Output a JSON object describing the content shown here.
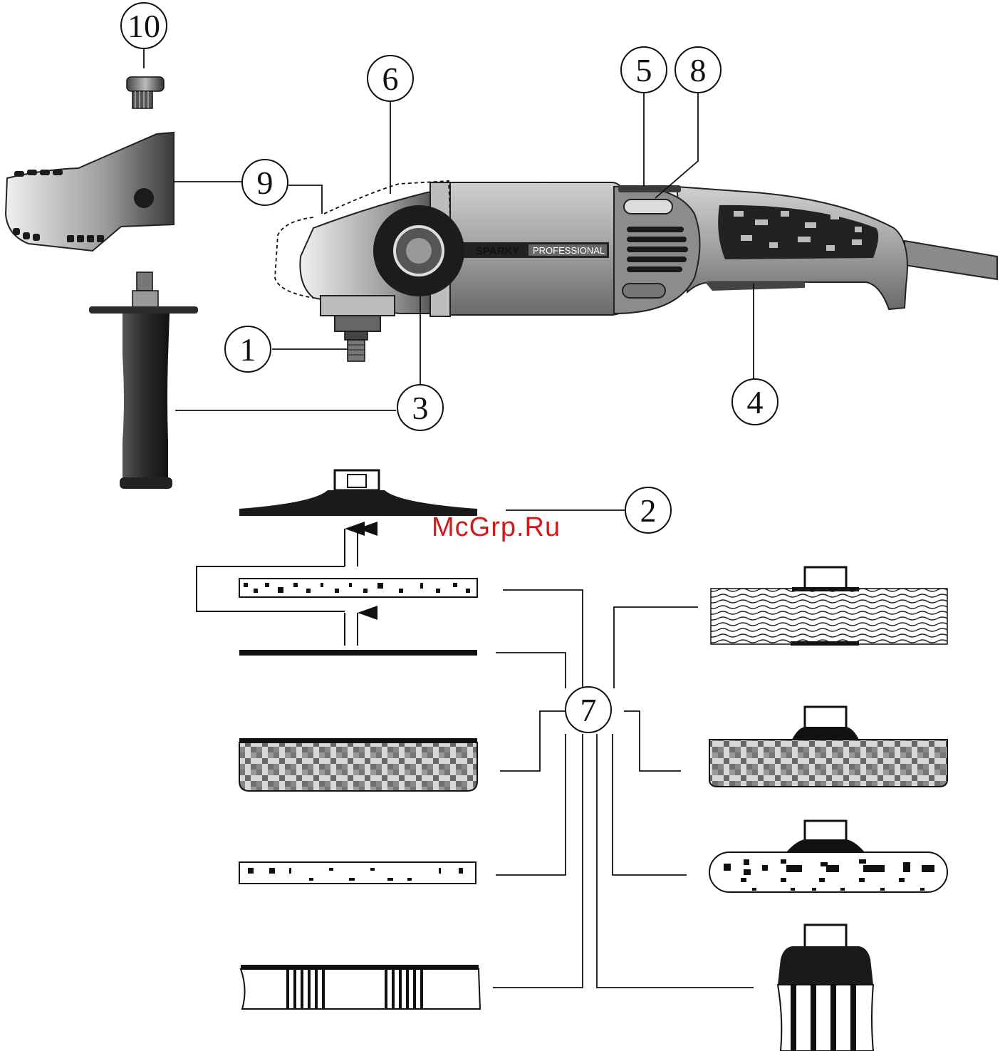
{
  "diagram": {
    "callouts": {
      "c1": "1",
      "c2": "2",
      "c3": "3",
      "c4": "4",
      "c5": "5",
      "c6": "6",
      "c7": "7",
      "c8": "8",
      "c9": "9",
      "c10": "10"
    },
    "brand": {
      "name": "SPARKY",
      "line": "PROFESSIONAL"
    },
    "watermark": "McGrp.Ru"
  },
  "colors": {
    "ink": "#111111",
    "body_gray": "#9a9a9a",
    "watermark_red": "#d21a1a"
  }
}
